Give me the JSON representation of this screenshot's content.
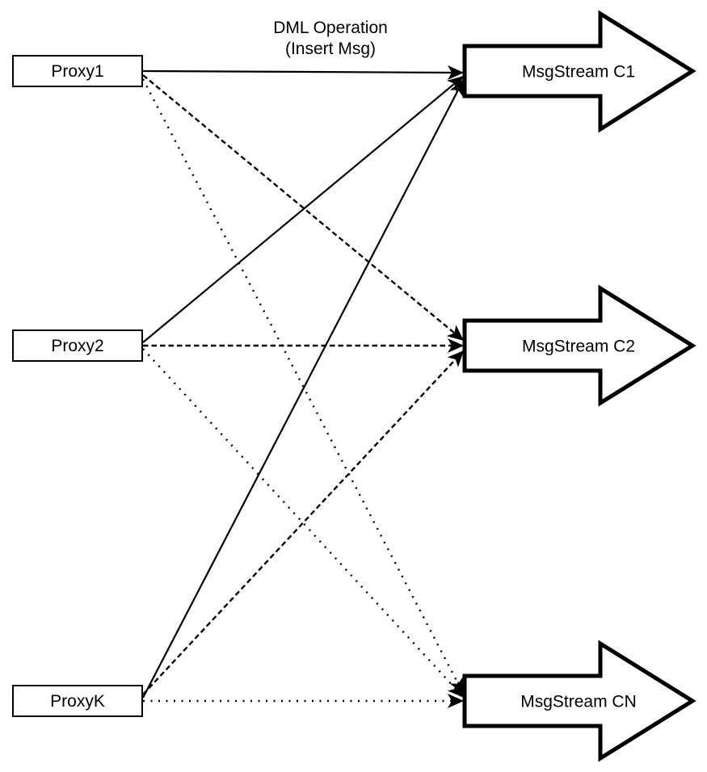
{
  "diagram": {
    "annotation": {
      "line1": "DML Operation",
      "line2": "(Insert Msg)"
    },
    "proxies": [
      {
        "id": "proxy1",
        "label": "Proxy1"
      },
      {
        "id": "proxy2",
        "label": "Proxy2"
      },
      {
        "id": "proxyK",
        "label": "ProxyK"
      }
    ],
    "streams": [
      {
        "id": "msgstream-c1",
        "label": "MsgStream C1"
      },
      {
        "id": "msgstream-c2",
        "label": "MsgStream C2"
      },
      {
        "id": "msgstream-cn",
        "label": "MsgStream CN"
      }
    ],
    "edges": [
      {
        "from": "Proxy1",
        "to": "MsgStream C1",
        "style": "solid"
      },
      {
        "from": "Proxy1",
        "to": "MsgStream C2",
        "style": "dashed"
      },
      {
        "from": "Proxy1",
        "to": "MsgStream CN",
        "style": "dotted"
      },
      {
        "from": "Proxy2",
        "to": "MsgStream C1",
        "style": "solid"
      },
      {
        "from": "Proxy2",
        "to": "MsgStream C2",
        "style": "dashed"
      },
      {
        "from": "Proxy2",
        "to": "MsgStream CN",
        "style": "dotted"
      },
      {
        "from": "ProxyK",
        "to": "MsgStream C1",
        "style": "solid"
      },
      {
        "from": "ProxyK",
        "to": "MsgStream C2",
        "style": "dashed"
      },
      {
        "from": "ProxyK",
        "to": "MsgStream CN",
        "style": "dotted"
      }
    ],
    "colors": {
      "stroke": "#000000",
      "fill": "#ffffff",
      "background": "#ffffff"
    }
  }
}
